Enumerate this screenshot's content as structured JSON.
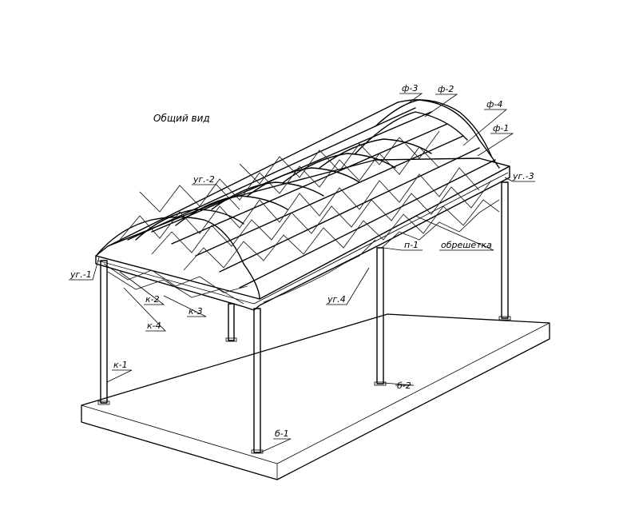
{
  "view_title": "Общий вид",
  "labels": {
    "f3": "ф-3",
    "f2": "ф-2",
    "f4": "ф-4",
    "f1": "ф-1",
    "ug2": "уг.-2",
    "ug3": "уг.-3",
    "p1": "п-1",
    "obreshetka": "обрешетка",
    "ug1": "уг.-1",
    "k2": "к-2",
    "k3": "к-3",
    "ug4": "уг.4",
    "k4": "к-4",
    "k1": "к-1",
    "b2": "б-2",
    "b1": "б-1"
  }
}
